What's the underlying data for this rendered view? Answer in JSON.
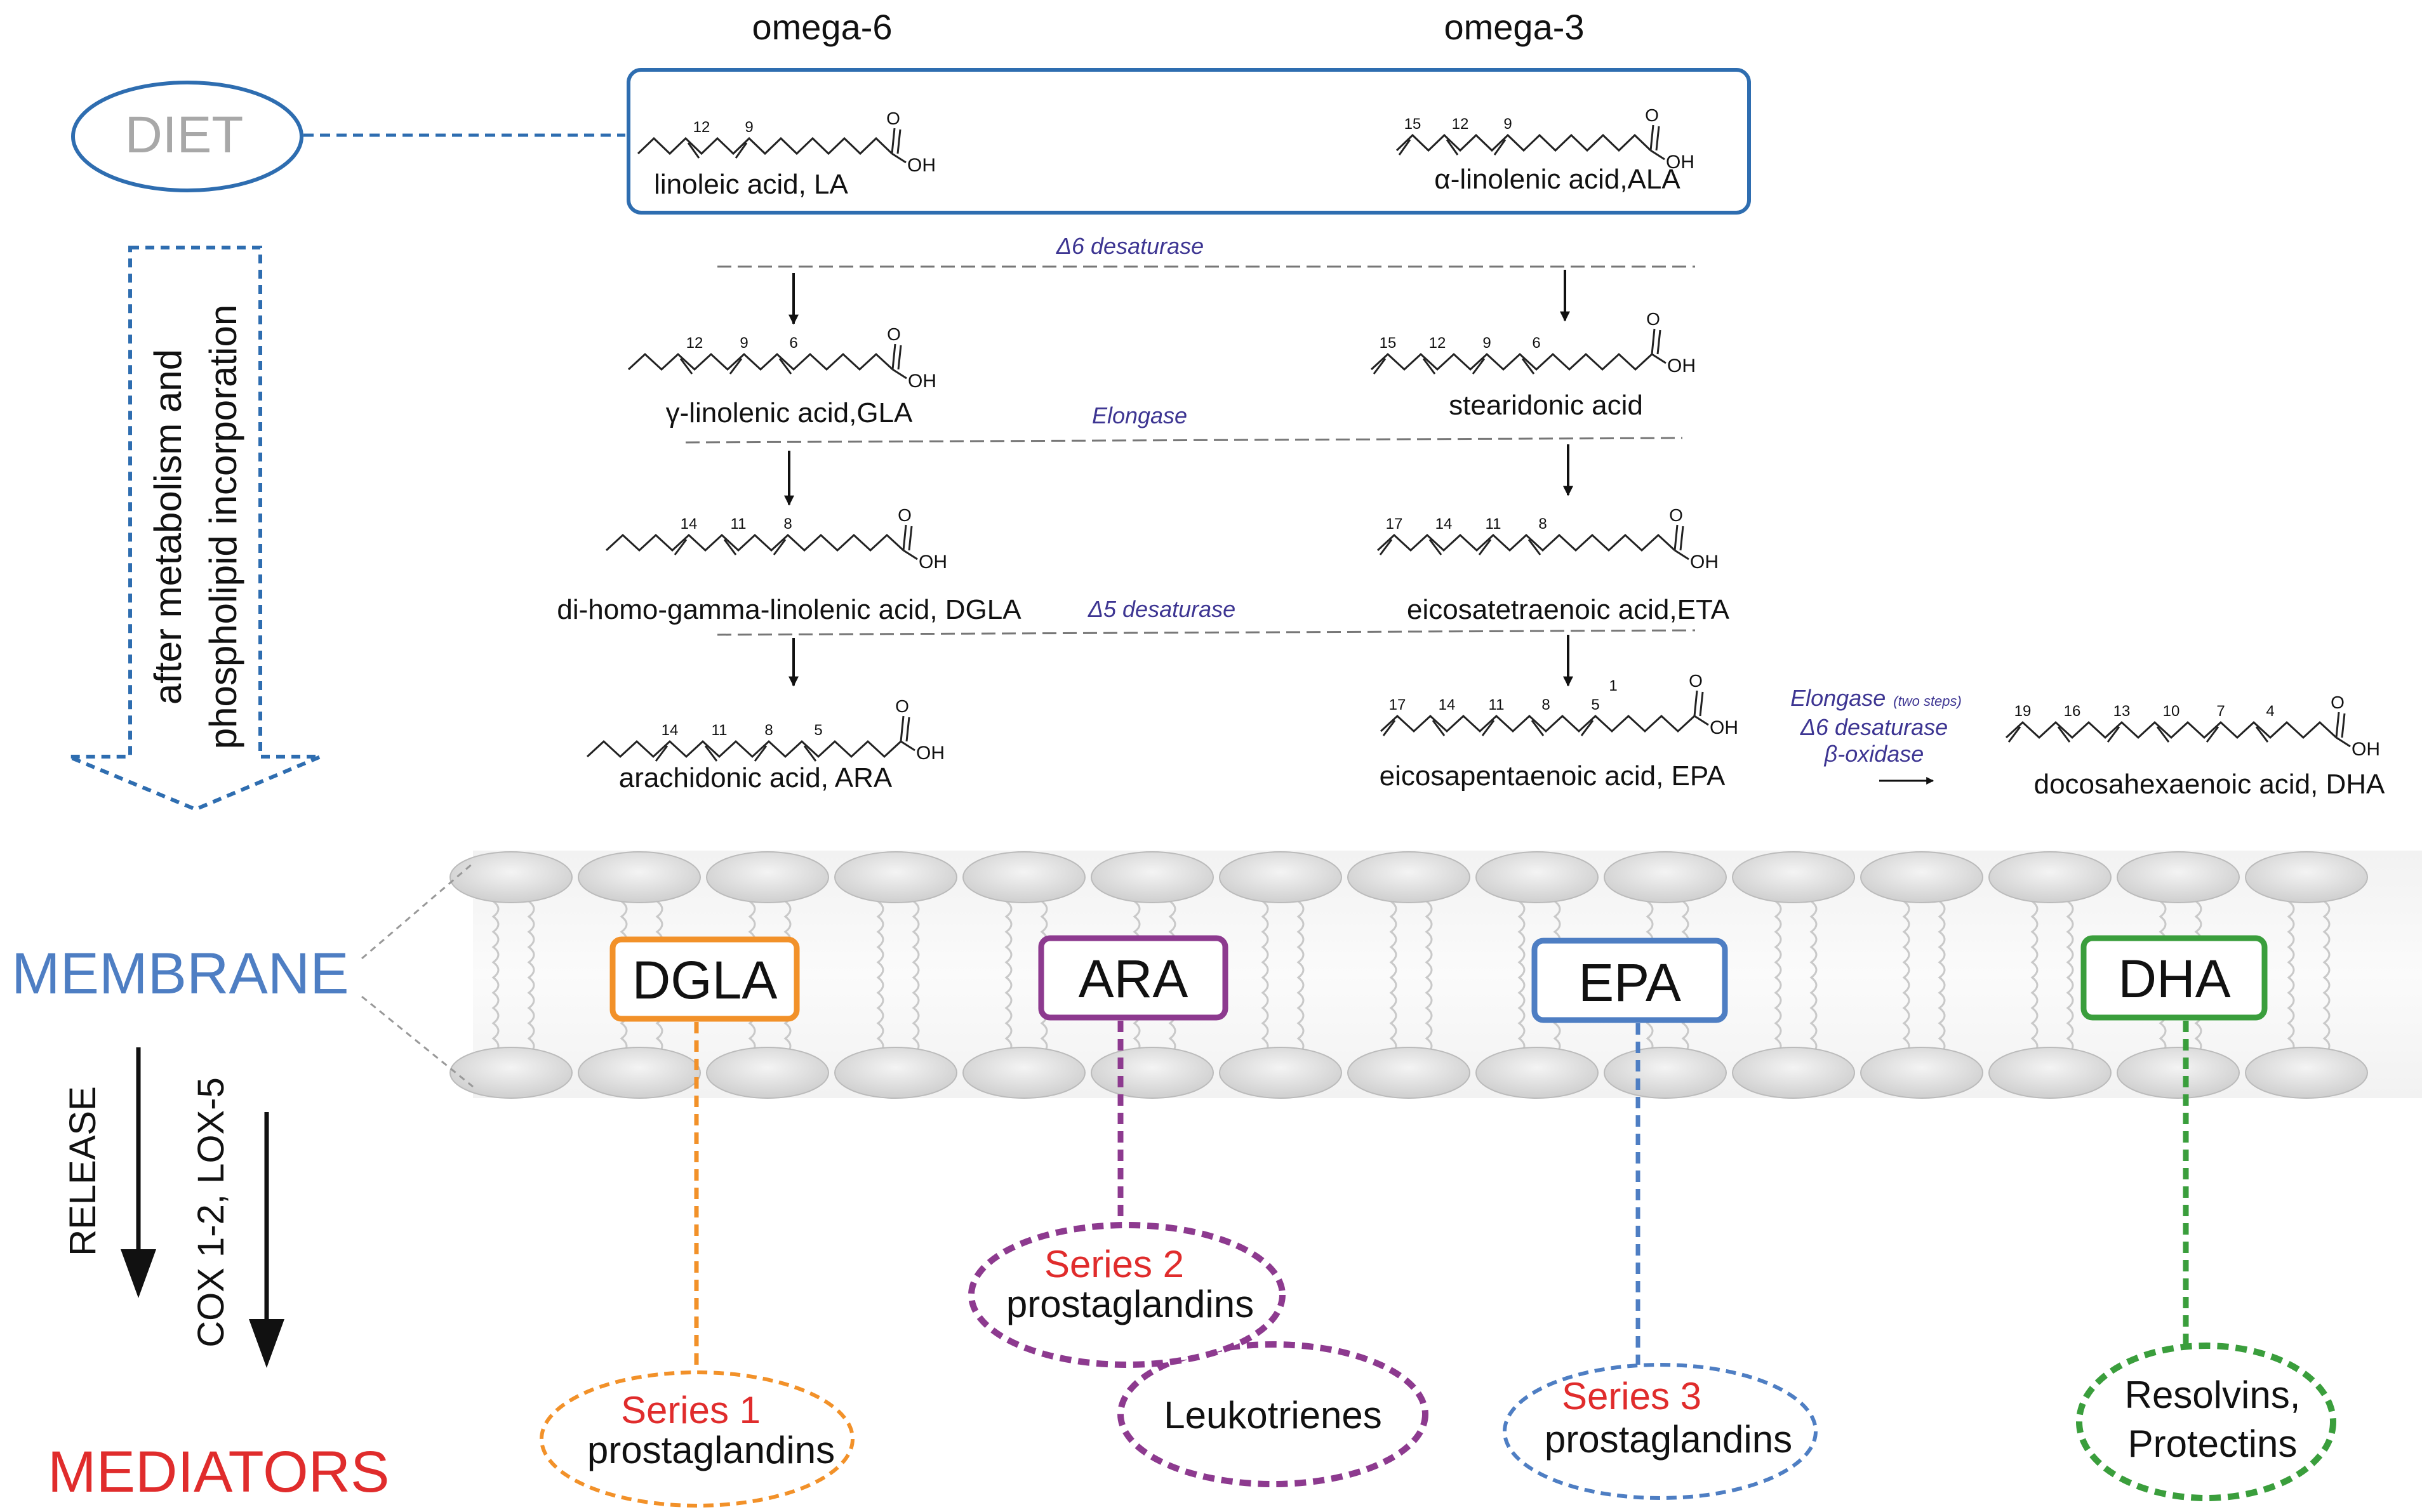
{
  "headers": {
    "omega6": "omega-6",
    "omega3": "omega-3"
  },
  "diet": "DIET",
  "side_arrow_text": {
    "line1": "after metabolism and",
    "line2": "phospholipid incorporation"
  },
  "enzymes": {
    "d6": "Δ6 desaturase",
    "elongase": "Elongase",
    "d5": "Δ5 desaturase",
    "dha_elongase": "Elongase",
    "dha_two_steps": "(two steps)",
    "dha_d6": "Δ6 desaturase",
    "dha_beta": "β-oxidase"
  },
  "acids": {
    "la": "linoleic acid, LA",
    "ala": "α-linolenic acid,ALA",
    "gla": "γ-linolenic acid,GLA",
    "sda": "stearidonic acid",
    "dgla": "di-homo-gamma-linolenic acid, DGLA",
    "eta": "eicosatetraenoic acid,ETA",
    "ara": "arachidonic acid, ARA",
    "epa": "eicosapentaenoic acid, EPA",
    "dha": "docosahexaenoic acid, DHA"
  },
  "positions": {
    "la": [
      "12",
      "9"
    ],
    "ala": [
      "15",
      "12",
      "9"
    ],
    "gla": [
      "12",
      "9",
      "6"
    ],
    "sda": [
      "15",
      "12",
      "9",
      "6"
    ],
    "dgla": [
      "14",
      "11",
      "8"
    ],
    "eta": [
      "17",
      "14",
      "11",
      "8"
    ],
    "ara": [
      "14",
      "11",
      "8",
      "5"
    ],
    "epa": [
      "17",
      "14",
      "11",
      "8",
      "5",
      "1"
    ],
    "dha": [
      "19",
      "16",
      "13",
      "10",
      "7",
      "4"
    ]
  },
  "oh": "OH",
  "o": "O",
  "membrane": {
    "label": "MEMBRANE",
    "boxes": {
      "dgla": "DGLA",
      "ara": "ARA",
      "epa": "EPA",
      "dha": "DHA"
    }
  },
  "release": "RELEASE",
  "cox": "COX 1-2, LOX-5",
  "mediators": {
    "label": "MEDIATORS",
    "series1": "Series 1",
    "series1_sub": "prostaglandins",
    "series2": "Series 2",
    "series2_sub": "prostaglandins",
    "leukotrienes": "Leukotrienes",
    "series3": "Series 3",
    "series3_sub": "prostaglandins",
    "resolvins": "Resolvins,",
    "protectins": "Protectins"
  },
  "colors": {
    "dgla": "#F29129",
    "ara": "#8D3A8F",
    "epa": "#4E7EC3",
    "dha": "#3A9E3C",
    "diet_box": "#2E6DB0",
    "diet_text": "#A8A8A8",
    "membrane_text": "#4E7EC3",
    "red": "#E02C2C",
    "enzyme": "#3D3592"
  }
}
